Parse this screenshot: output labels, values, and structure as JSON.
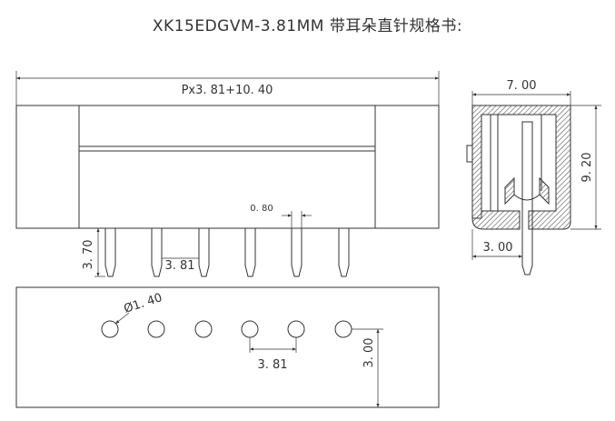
{
  "title": "XK15EDGVM-3.81MM 带耳朵直针规格书:",
  "dimensions": {
    "overall_length": "Px3. 81+10. 40",
    "pin_width": "0. 80",
    "pin_length": "3. 70",
    "pin_pitch_front": "3. 81",
    "hole_diameter": "Ø1. 40",
    "hole_pitch": "3. 81",
    "hole_edge": "3. 00",
    "side_width": "7. 00",
    "side_height": "9. 20",
    "pin_offset": "3. 00"
  },
  "colors": {
    "line": "#333333",
    "hatch": "#555555",
    "background": "#ffffff"
  }
}
